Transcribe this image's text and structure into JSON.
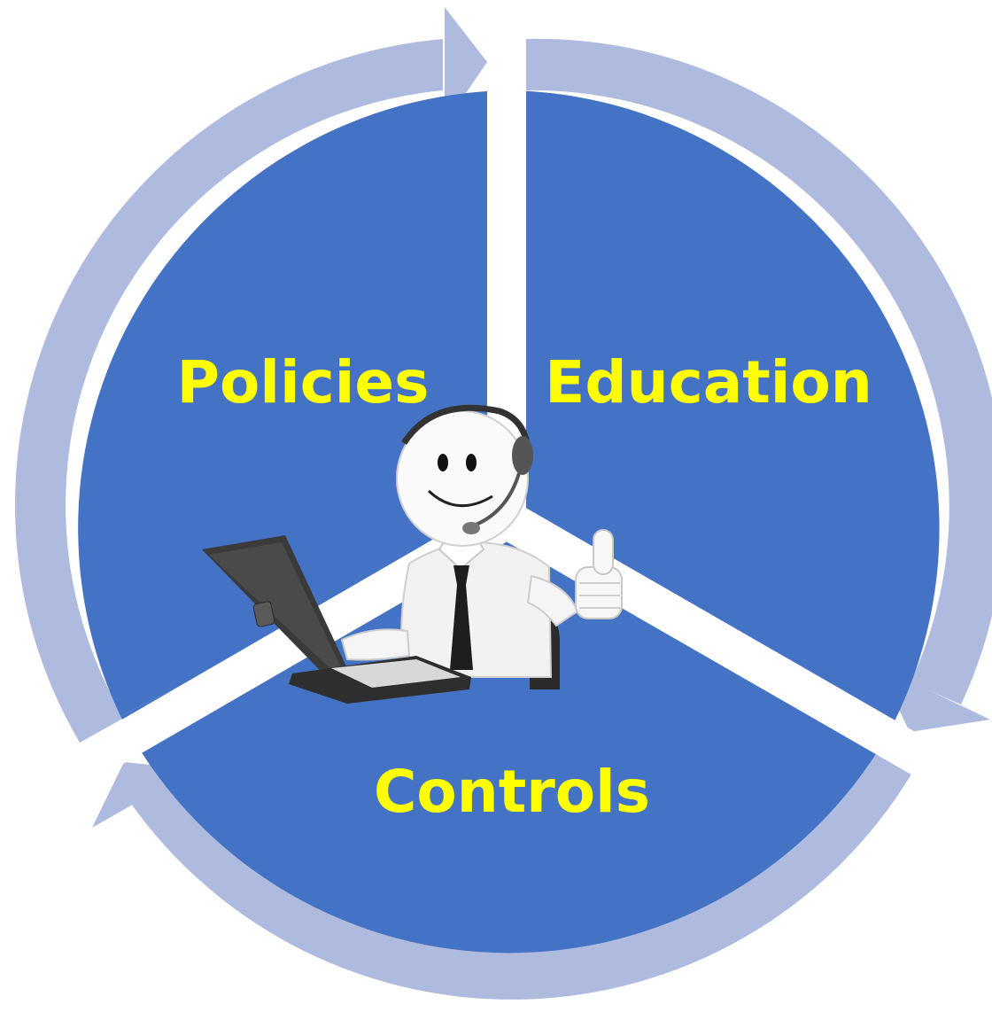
{
  "diagram": {
    "segments": [
      {
        "label": "Policies"
      },
      {
        "label": "Education"
      },
      {
        "label": "Controls"
      }
    ]
  },
  "colors": {
    "segment_fill": "#4472c4",
    "arrow_ring": "#aebbdf",
    "label_text": "#ffff00",
    "divider": "#ffffff"
  },
  "illustration": {
    "subject": "support-agent-figure",
    "icons": [
      "laptop-icon",
      "headset-icon",
      "thumbs-up-icon",
      "smiley-face-icon"
    ]
  }
}
